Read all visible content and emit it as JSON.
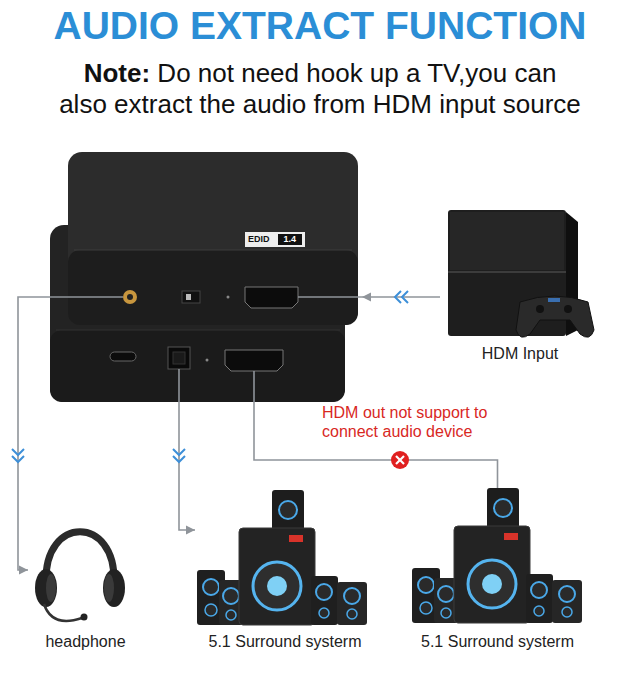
{
  "diagram": {
    "title": "AUDIO EXTRACT FUNCTION",
    "nodes": [
      {
        "text": [
          "EDID",
          "1.4"
        ]
      },
      {
        "text": [
          "HDM Input"
        ]
      },
      {
        "text": [
          "headphone"
        ]
      },
      {
        "text": [
          "5.1 Surround systerm"
        ]
      },
      {
        "text": [
          "5.1 Surround systerm"
        ]
      }
    ],
    "edges": [
      {
        "from": 1,
        "to": 0,
        "arrow": "to"
      },
      {
        "from": 0,
        "to": 2,
        "arrow": "to"
      },
      {
        "from": 0,
        "to": 3,
        "arrow": "to"
      },
      {
        "from": 0,
        "to": 4,
        "label": "HDM out not support to connect audio device",
        "arrow": "none"
      }
    ],
    "labels": [
      "Note:",
      "Do not need hook up a TV,you can also extract the audio from HDM input source"
    ]
  }
}
